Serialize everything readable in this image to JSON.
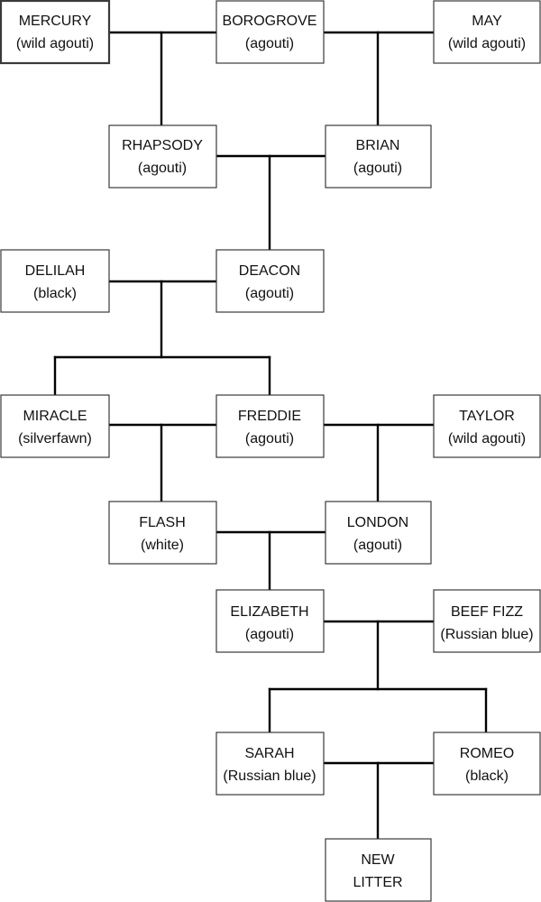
{
  "pedigree": {
    "nodes": {
      "mercury": {
        "name": "MERCURY",
        "color": "(wild agouti)"
      },
      "borogrove": {
        "name": "BOROGROVE",
        "color": "(agouti)"
      },
      "may": {
        "name": "MAY",
        "color": "(wild agouti)"
      },
      "rhapsody": {
        "name": "RHAPSODY",
        "color": "(agouti)"
      },
      "brian": {
        "name": "BRIAN",
        "color": "(agouti)"
      },
      "delilah": {
        "name": "DELILAH",
        "color": "(black)"
      },
      "deacon": {
        "name": "DEACON",
        "color": "(agouti)"
      },
      "miracle": {
        "name": "MIRACLE",
        "color": "(silverfawn)"
      },
      "freddie": {
        "name": "FREDDIE",
        "color": "(agouti)"
      },
      "taylor": {
        "name": "TAYLOR",
        "color": "(wild agouti)"
      },
      "flash": {
        "name": "FLASH",
        "color": "(white)"
      },
      "london": {
        "name": "LONDON",
        "color": "(agouti)"
      },
      "elizabeth": {
        "name": "ELIZABETH",
        "color": "(agouti)"
      },
      "beef-fizz": {
        "name": "BEEF FIZZ",
        "color": "(Russian blue)"
      },
      "sarah": {
        "name": "SARAH",
        "color": "(Russian blue)"
      },
      "romeo": {
        "name": "ROMEO",
        "color": "(black)"
      },
      "new-litter": {
        "name": "NEW",
        "color": "LITTER"
      }
    }
  }
}
